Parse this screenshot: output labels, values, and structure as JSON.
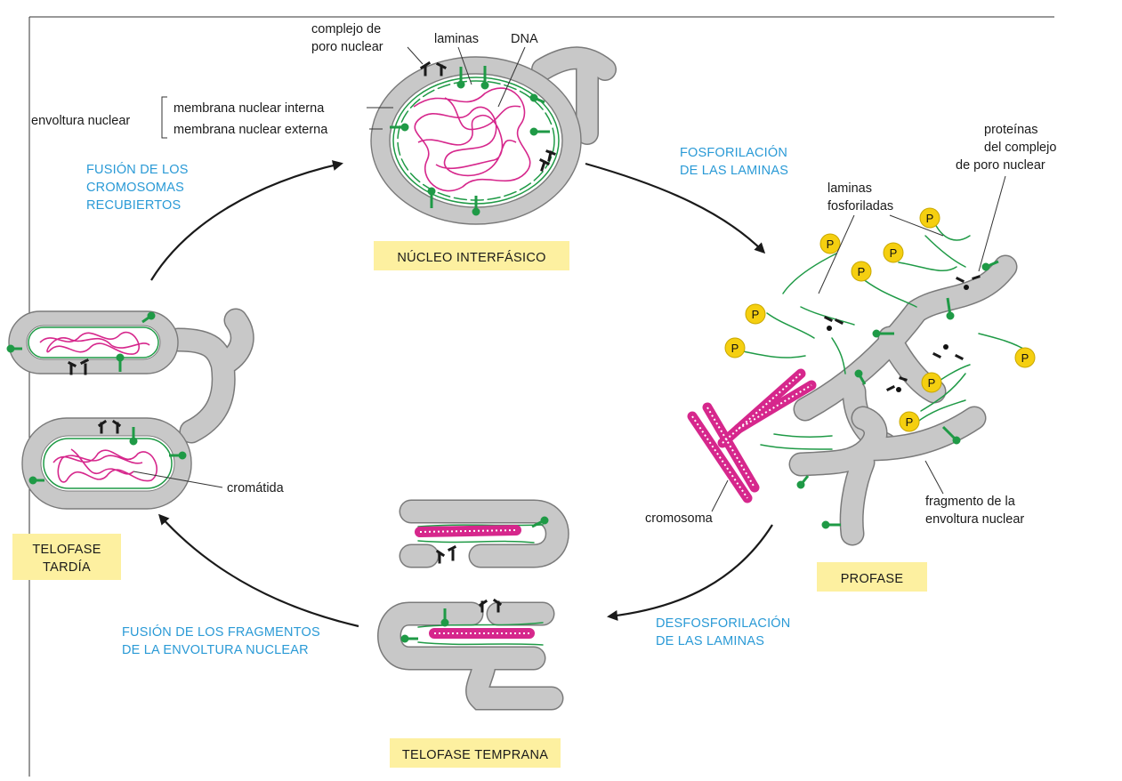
{
  "labels": {
    "complejo_poro": [
      "complejo de",
      "poro nuclear"
    ],
    "laminas": "laminas",
    "dna": "DNA",
    "envoltura_nuclear": "envoltura nuclear",
    "membrana_interna": "membrana nuclear interna",
    "membrana_externa": "membrana nuclear externa",
    "proteinas_poro": [
      "proteínas",
      "del complejo",
      "de poro nuclear"
    ],
    "laminas_fosforiladas": [
      "laminas",
      "fosforiladas"
    ],
    "cromatida": "cromátida",
    "cromosoma": "cromosoma",
    "fragmento": [
      "fragmento de la",
      "envoltura nuclear"
    ],
    "phospho_symbol": "P"
  },
  "steps": {
    "fosforilacion": [
      "FOSFORILACIÓN",
      "DE LAS LAMINAS"
    ],
    "fusion_cromosomas": [
      "FUSIÓN DE LOS",
      "CROMOSOMAS",
      "RECUBIERTOS"
    ],
    "desfosforilacion": [
      "DESFOSFORILACIÓN",
      "DE LAS LAMINAS"
    ],
    "fusion_fragmentos": [
      "FUSIÓN DE LOS FRAGMENTOS",
      "DE LA ENVOLTURA NUCLEAR"
    ]
  },
  "stages": {
    "interfase": "NÚCLEO INTERFÁSICO",
    "profase": "PROFASE",
    "telofase_temprana": "TELOFASE TEMPRANA",
    "telofase_tardia": [
      "TELOFASE",
      "TARDÍA"
    ]
  },
  "colors": {
    "envelope": "#c8c8c8",
    "lamina": "#1f9a46",
    "chromatin": "#d6278c",
    "phosphate": "#f5cf10",
    "stage_box": "#fdf0a0",
    "step_text": "#2a9ad6"
  }
}
